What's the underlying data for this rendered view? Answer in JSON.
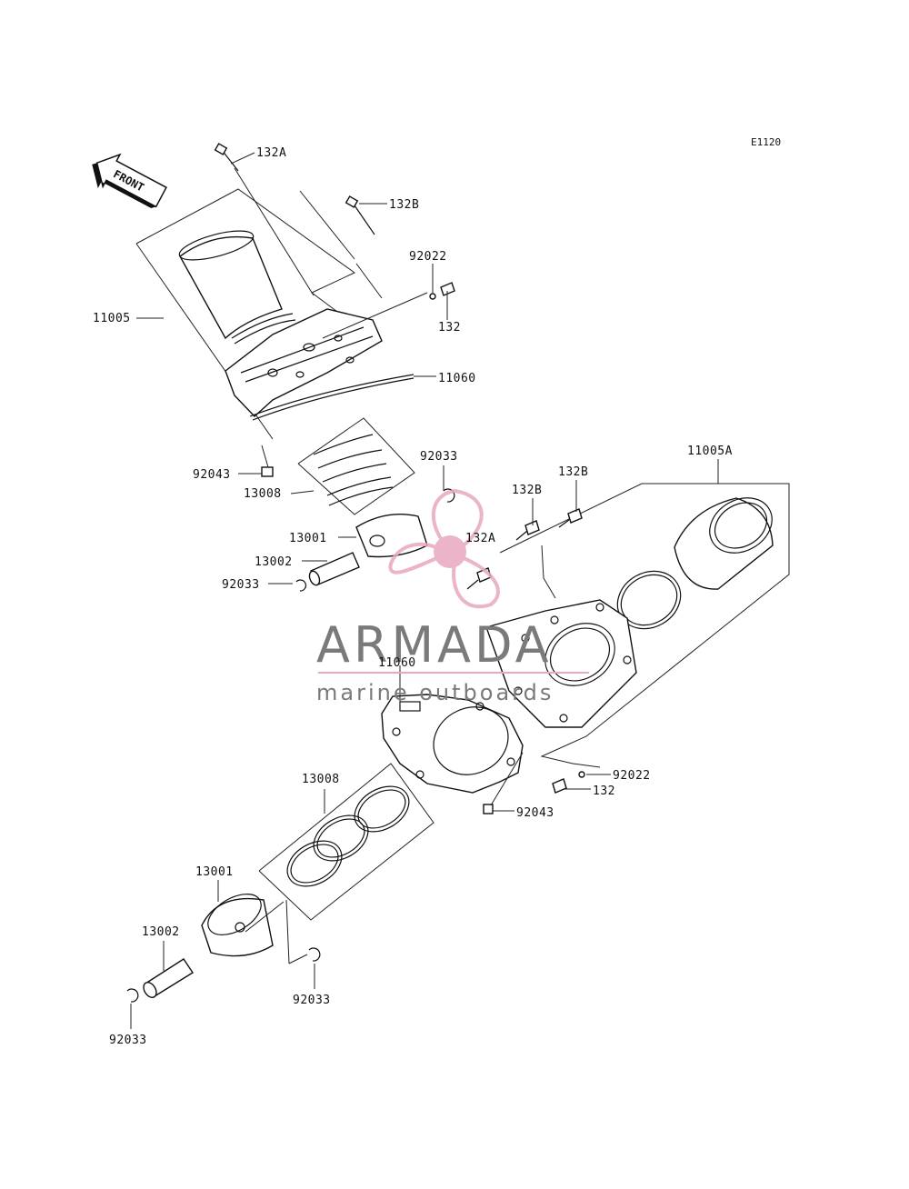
{
  "diagram_code": "E1120",
  "front_label": "FRONT",
  "watermark": {
    "brand": "ARMADA",
    "tagline": "marine outboards",
    "accent_color": "#e8a8c0",
    "text_color": "#7a7a7a"
  },
  "callouts": {
    "c_132a_top": "132A",
    "c_132b_top": "132B",
    "c_92022_top": "92022",
    "c_132_top": "132",
    "c_11005": "11005",
    "c_11060_top": "11060",
    "c_92043_left": "92043",
    "c_13008_top": "13008",
    "c_92033_mid": "92033",
    "c_132b_mid": "132B",
    "c_132b_right": "132B",
    "c_11005a": "11005A",
    "c_13001_top": "13001",
    "c_132a_mid": "132A",
    "c_13002_top": "13002",
    "c_92033_left": "92033",
    "c_11060_bottom": "11060",
    "c_92022_bottom": "92022",
    "c_132_bottom": "132",
    "c_92043_bottom": "92043",
    "c_13008_bottom": "13008",
    "c_13001_bottom": "13001",
    "c_13002_bottom": "13002",
    "c_92033_bottom": "92033",
    "c_92033_bottom_left": "92033"
  }
}
